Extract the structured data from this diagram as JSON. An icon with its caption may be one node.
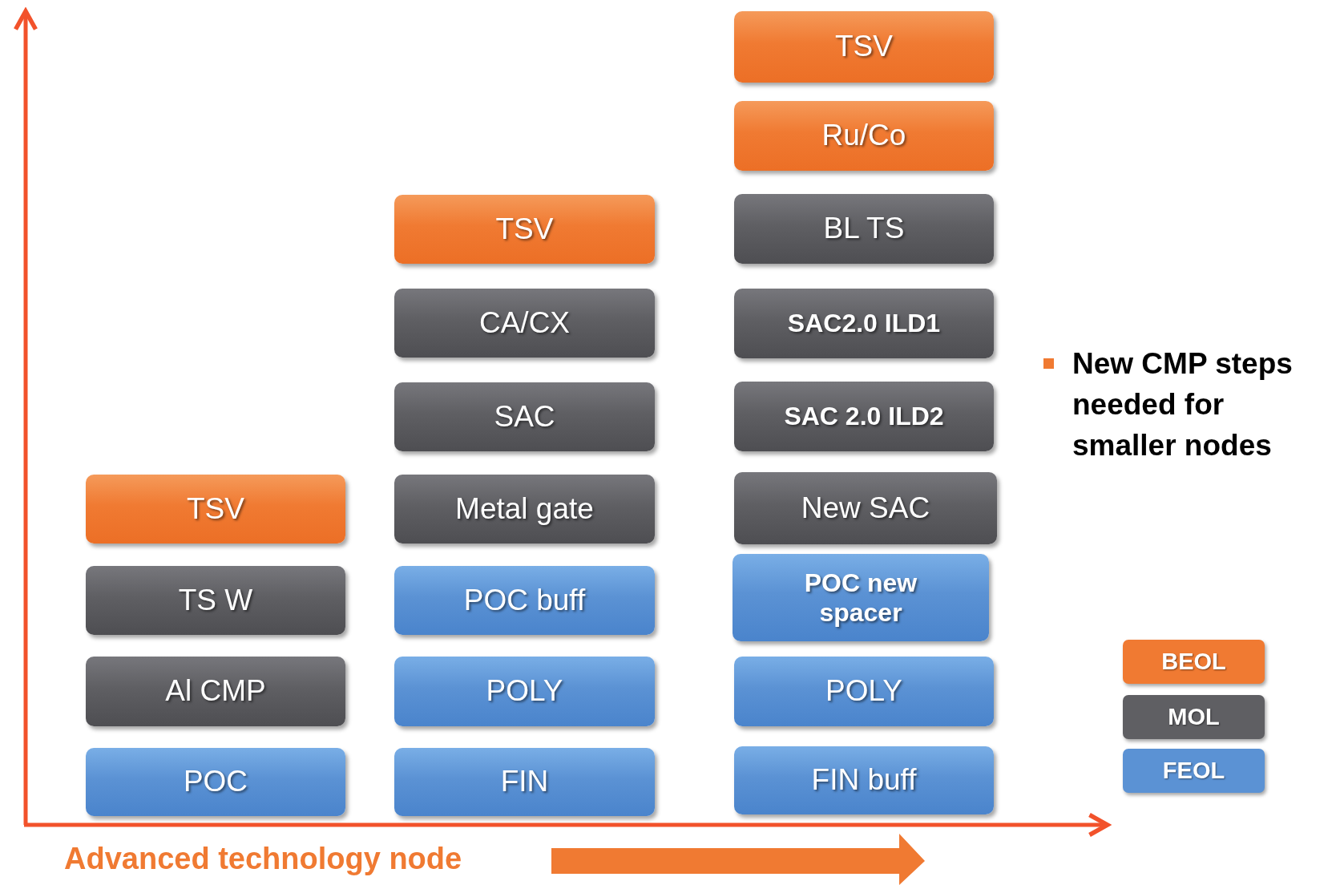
{
  "diagram": {
    "nodes": [
      {
        "text": [
          "TSV"
        ]
      },
      {
        "text": [
          "TS W"
        ]
      },
      {
        "text": [
          "Al CMP"
        ]
      },
      {
        "text": [
          "POC"
        ]
      },
      {
        "text": [
          "TSV"
        ]
      },
      {
        "text": [
          "CA/CX"
        ]
      },
      {
        "text": [
          "SAC"
        ]
      },
      {
        "text": [
          "Metal gate"
        ]
      },
      {
        "text": [
          "POC buff"
        ]
      },
      {
        "text": [
          "POLY"
        ]
      },
      {
        "text": [
          "FIN"
        ]
      },
      {
        "text": [
          "TSV"
        ]
      },
      {
        "text": [
          "Ru/Co"
        ]
      },
      {
        "text": [
          "BL TS"
        ]
      },
      {
        "text": [
          "SAC2.0 ILD1"
        ]
      },
      {
        "text": [
          "SAC 2.0 ILD2"
        ]
      },
      {
        "text": [
          "New SAC"
        ]
      },
      {
        "text": [
          "POC new spacer"
        ]
      },
      {
        "text": [
          "POLY"
        ]
      },
      {
        "text": [
          "FIN buff"
        ]
      }
    ],
    "edges": [],
    "labels": [
      "New CMP steps needed for smaller nodes",
      "Advanced technology node"
    ],
    "legend": [
      {
        "text": "BEOL",
        "color": "#f07a32"
      },
      {
        "text": "MOL",
        "color": "#5f5f63"
      },
      {
        "text": "FEOL",
        "color": "#5b92d4"
      }
    ]
  }
}
